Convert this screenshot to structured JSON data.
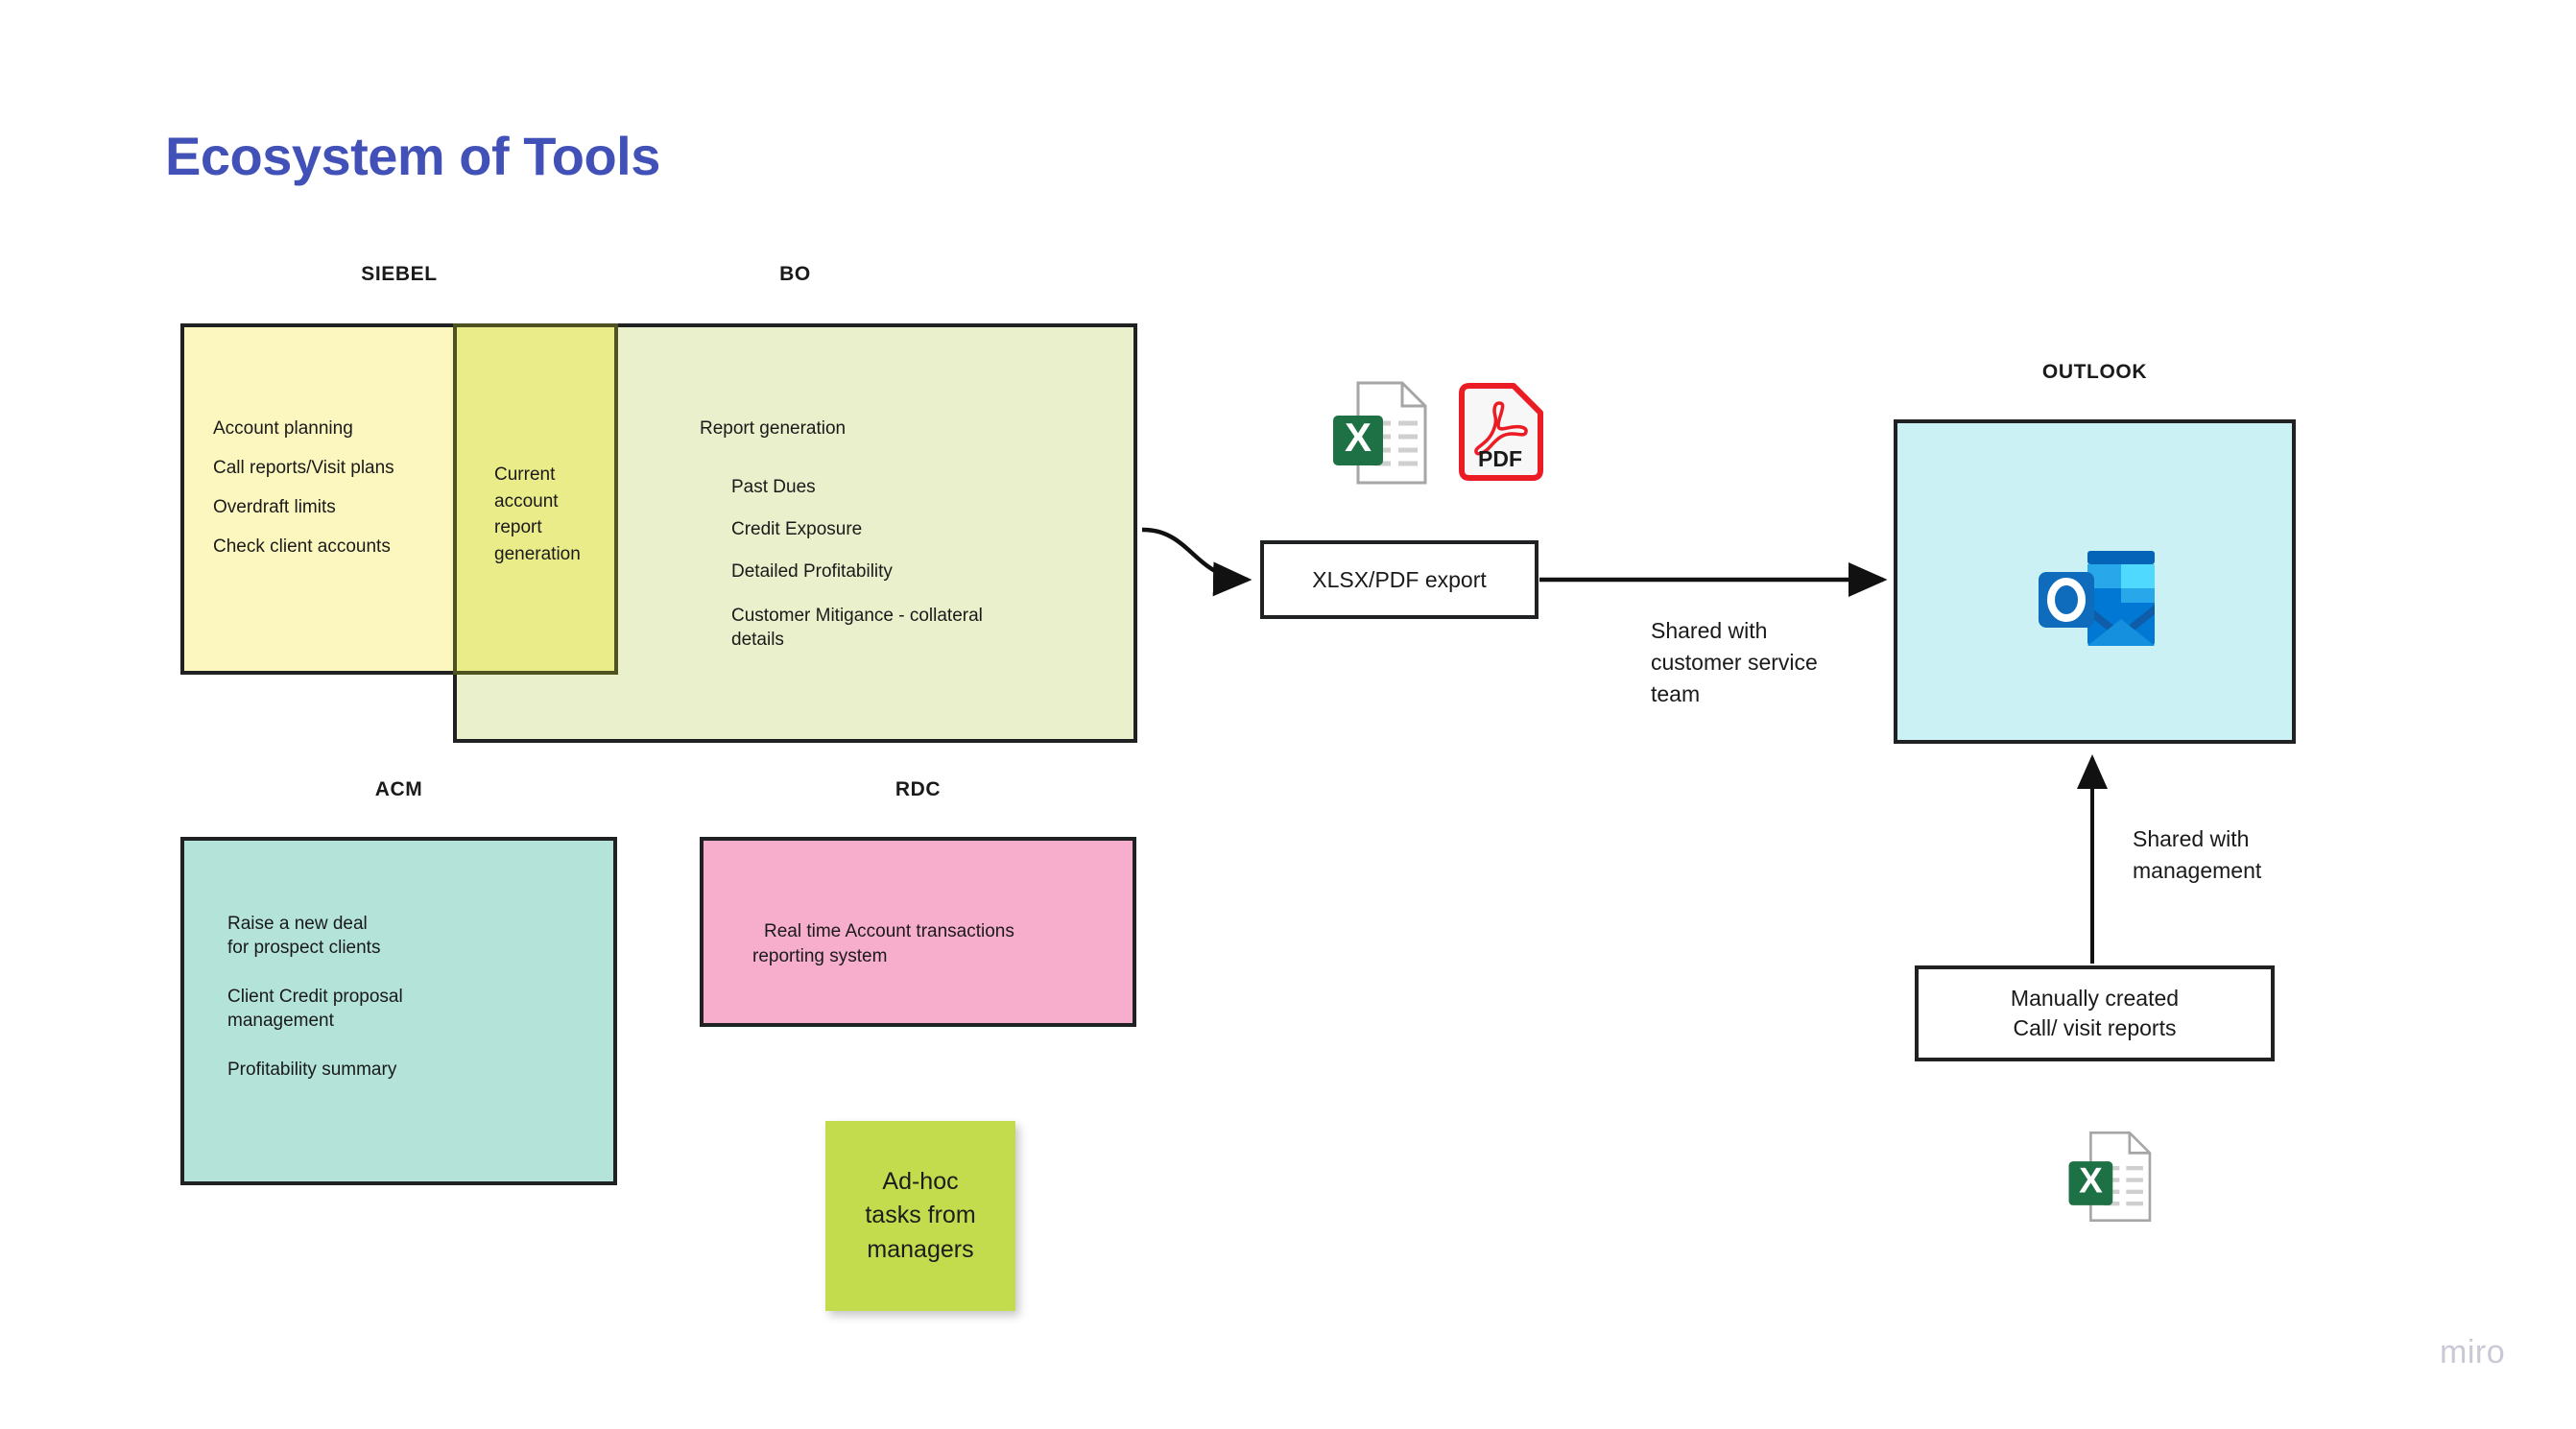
{
  "page": {
    "title": "Ecosystem of Tools",
    "watermark": "miro",
    "title_color": "#4151b8",
    "background": "#ffffff"
  },
  "groups": {
    "siebel": {
      "caption": "SIEBEL",
      "color": "#fcf7bf",
      "items": [
        "Account planning",
        "Call reports/Visit plans",
        "Overdraft limits",
        "Check client accounts"
      ]
    },
    "current_account": {
      "color": "#eaec8a",
      "text": "Current account report generation"
    },
    "bo": {
      "caption": "BO",
      "color": "#e9f0cb",
      "heading": "Report generation",
      "items": [
        "Past Dues",
        "Credit Exposure",
        "Detailed Profitability",
        "Customer Mitigance - collateral details"
      ]
    },
    "acm": {
      "caption": "ACM",
      "color": "#b3e3d9",
      "items": [
        [
          "Raise a new deal",
          "for prospect clients"
        ],
        [
          "Client Credit proposal",
          "management"
        ],
        [
          "Profitability summary"
        ]
      ]
    },
    "rdc": {
      "caption": "RDC",
      "color": "#f7aecd",
      "lines": [
        "Real time Account transactions",
        "reporting system"
      ]
    },
    "outlook": {
      "caption": "OUTLOOK",
      "color": "#ccf1f4",
      "icon": "outlook-logo-icon"
    }
  },
  "nodes": {
    "export": {
      "label": "XLSX/PDF export"
    },
    "manual_reports": {
      "lines": [
        "Manually created",
        "Call/ visit reports"
      ]
    },
    "sticky_note": {
      "color": "#c3dc4e",
      "lines": [
        "Ad-hoc",
        "tasks from",
        "managers"
      ]
    }
  },
  "edge_labels": {
    "customer_service": [
      "Shared with",
      "customer service",
      "team"
    ],
    "management": [
      "Shared with",
      "management"
    ]
  },
  "icons": {
    "excel_top": {
      "name": "excel-file-icon",
      "badge": "X",
      "color": "#1e7145"
    },
    "pdf_top": {
      "name": "pdf-file-icon",
      "label": "PDF",
      "color": "#ec1c24"
    },
    "excel_bottom": {
      "name": "excel-file-icon",
      "badge": "X",
      "color": "#1e7145"
    }
  },
  "captions_positions": {
    "siebel": "SIEBEL",
    "bo": "BO",
    "acm": "ACM",
    "rdc": "RDC",
    "outlook": "OUTLOOK"
  }
}
